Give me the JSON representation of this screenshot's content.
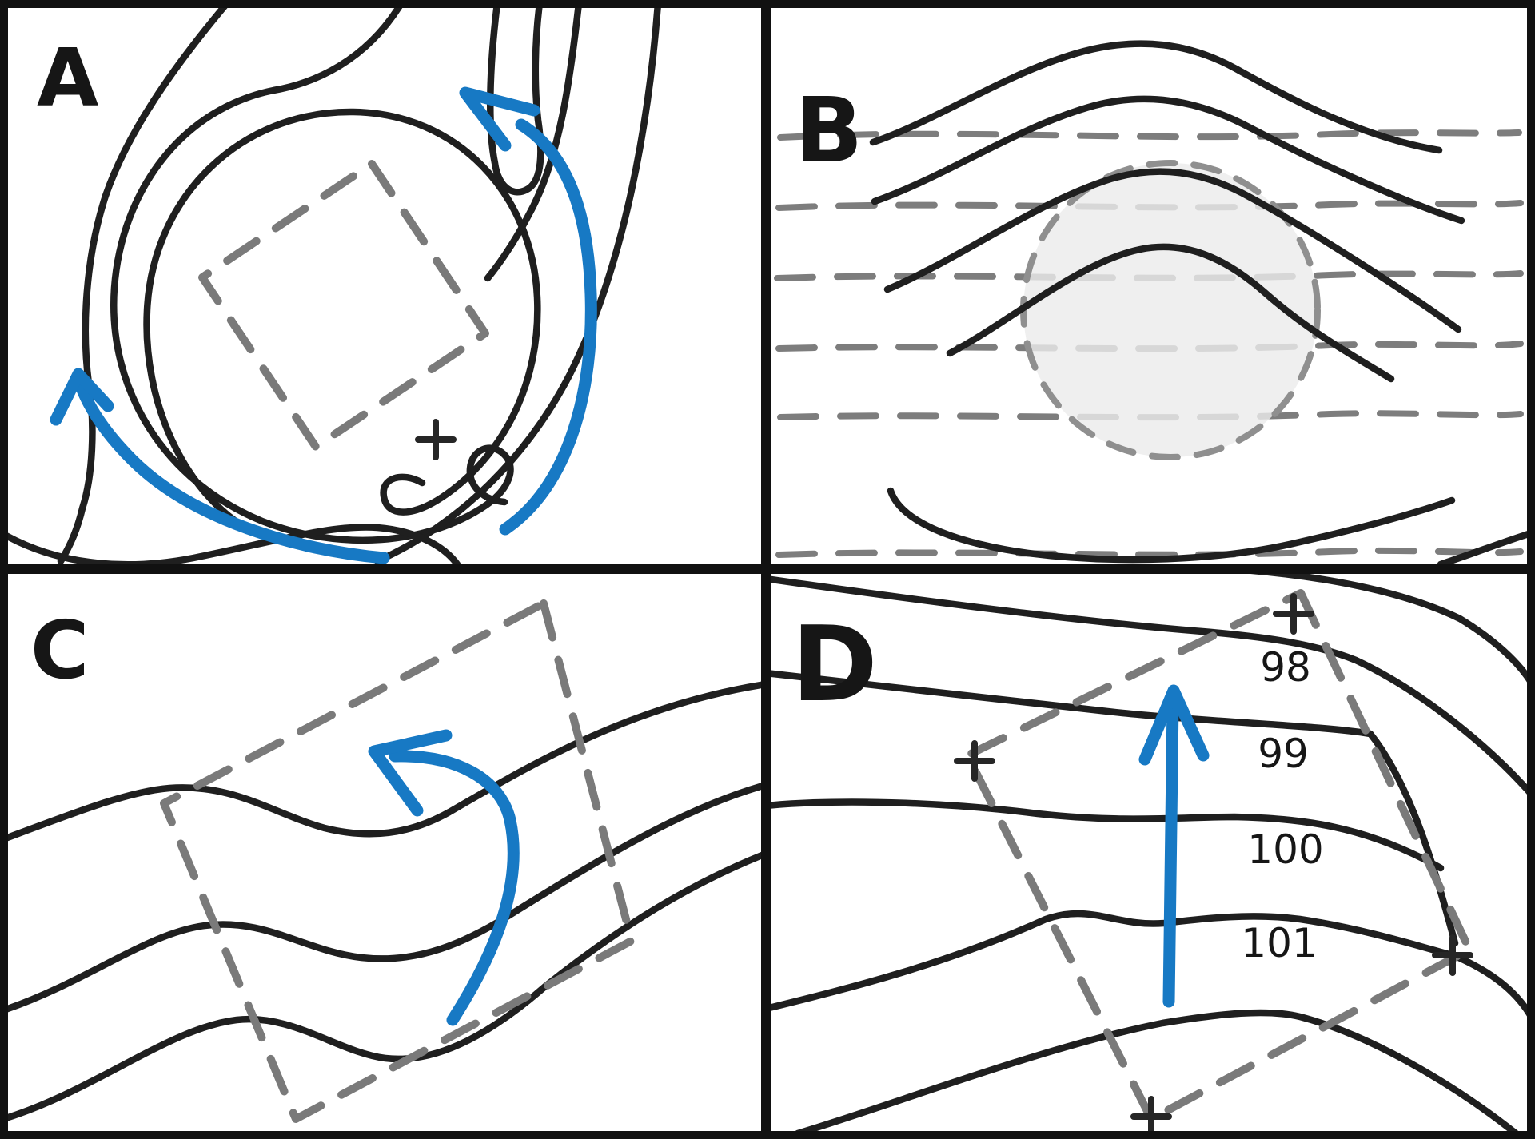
{
  "figure": {
    "description": "Four-panel hand-drawn meteorological schematic with contour lines, dashed reference shapes, plus markers and blue flow arrows"
  },
  "panels": [
    {
      "label": "A"
    },
    {
      "label": "B"
    },
    {
      "label": "C"
    },
    {
      "label": "D"
    }
  ],
  "panel_d": {
    "isobar_labels": [
      "98",
      "99",
      "100",
      "101"
    ]
  },
  "colors": {
    "ink": "#1f1f1f",
    "dashed_gray": "#7a7a7a",
    "arrow_blue": "#1779c4",
    "shaded_circle_fill": "#ececec",
    "panel_background": "#ffffff",
    "frame": "#111111"
  }
}
